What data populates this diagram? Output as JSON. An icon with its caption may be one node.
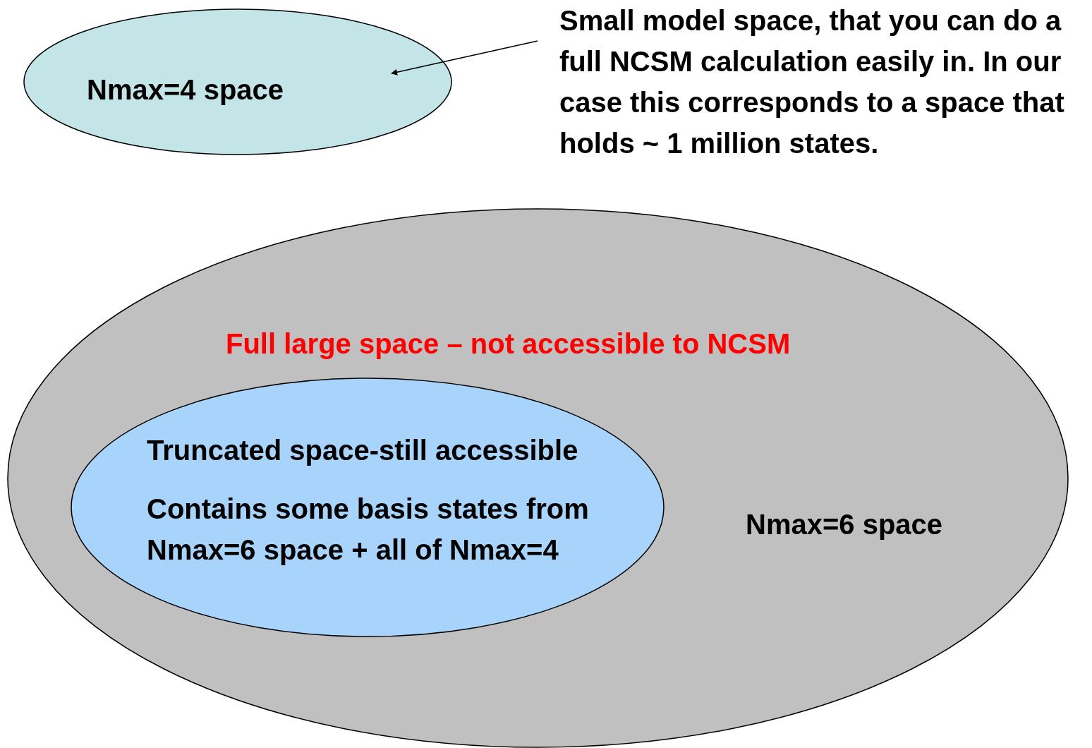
{
  "diagram": {
    "nodes": [
      {
        "text": [
          "Nmax=4 space"
        ]
      },
      {
        "text": [
          "Small model space, that you can do a full NCSM calculation easily in. In our case this corresponds to a space that holds ~ 1 million states."
        ]
      },
      {
        "text": [
          "Full large space – not accessible to NCSM",
          "Nmax=6 space"
        ]
      },
      {
        "text": [
          "Truncated space-still accessible",
          "Contains some basis states from Nmax=6 space + all of Nmax=4"
        ],
        "in": 2
      }
    ],
    "edges": [
      {
        "from": 1,
        "to": 0,
        "arrow": "to"
      }
    ]
  }
}
